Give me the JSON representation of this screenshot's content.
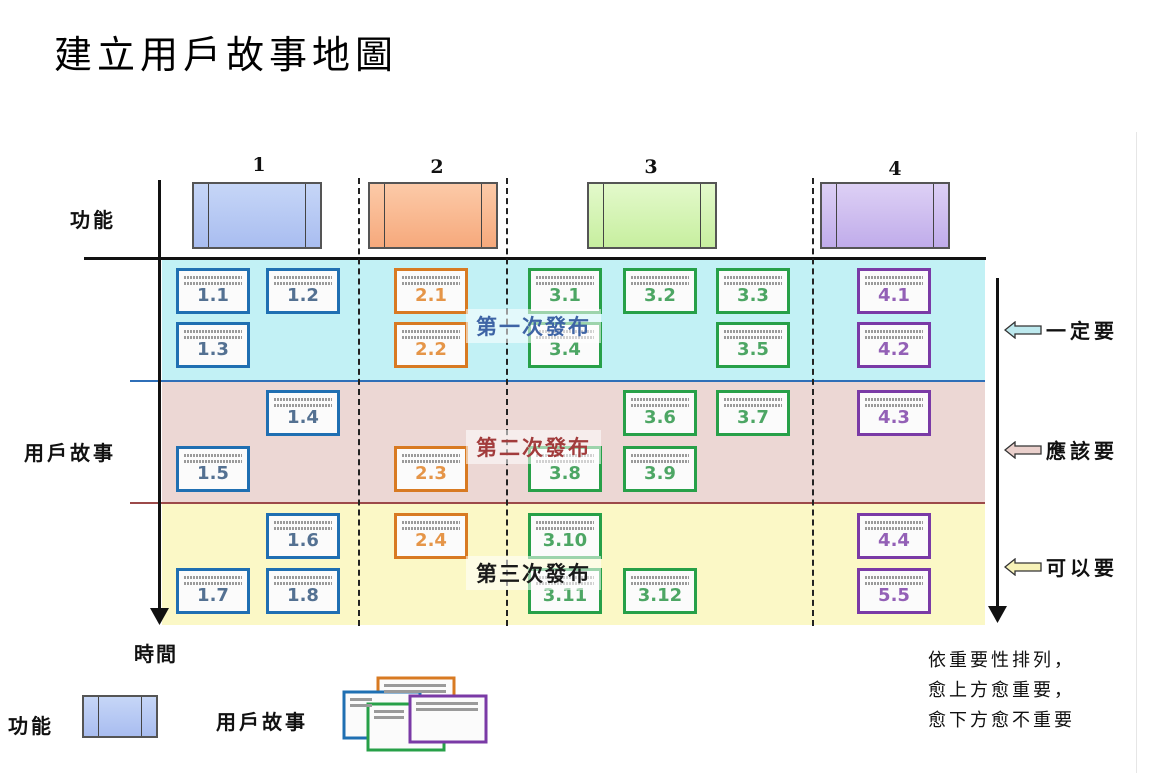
{
  "title": "建立用戶故事地圖",
  "columns": [
    "1",
    "2",
    "3",
    "4"
  ],
  "row_labels": {
    "feature": "功能",
    "story": "用戶故事",
    "time": "時間"
  },
  "colors": {
    "feature_1": "#b3c7f2",
    "feature_2": "#f8b992",
    "feature_3": "#d3f3b3",
    "feature_4": "#d0c0ef",
    "band_1": "#c2f1f5",
    "band_2": "#ecd7d4",
    "band_3": "#fbf8c6",
    "blue": "#1f6fb2",
    "orange": "#d87a22",
    "green": "#27a048",
    "purple": "#7a3aa6"
  },
  "releases": [
    "第一次發布",
    "第二次發布",
    "第三次發布"
  ],
  "cards": [
    {
      "label": "1.1",
      "color": "blue"
    },
    {
      "label": "1.2",
      "color": "blue"
    },
    {
      "label": "1.3",
      "color": "blue"
    },
    {
      "label": "1.4",
      "color": "blue"
    },
    {
      "label": "1.5",
      "color": "blue"
    },
    {
      "label": "1.6",
      "color": "blue"
    },
    {
      "label": "1.7",
      "color": "blue"
    },
    {
      "label": "1.8",
      "color": "blue"
    },
    {
      "label": "2.1",
      "color": "orange"
    },
    {
      "label": "2.2",
      "color": "orange"
    },
    {
      "label": "2.3",
      "color": "orange"
    },
    {
      "label": "2.4",
      "color": "orange"
    },
    {
      "label": "3.1",
      "color": "green"
    },
    {
      "label": "3.2",
      "color": "green"
    },
    {
      "label": "3.3",
      "color": "green"
    },
    {
      "label": "3.4",
      "color": "green"
    },
    {
      "label": "3.5",
      "color": "green"
    },
    {
      "label": "3.6",
      "color": "green"
    },
    {
      "label": "3.7",
      "color": "green"
    },
    {
      "label": "3.8",
      "color": "green"
    },
    {
      "label": "3.9",
      "color": "green"
    },
    {
      "label": "3.10",
      "color": "green"
    },
    {
      "label": "3.11",
      "color": "green"
    },
    {
      "label": "3.12",
      "color": "green"
    },
    {
      "label": "4.1",
      "color": "purple"
    },
    {
      "label": "4.2",
      "color": "purple"
    },
    {
      "label": "4.3",
      "color": "purple"
    },
    {
      "label": "4.4",
      "color": "purple"
    },
    {
      "label": "5.5",
      "color": "purple"
    }
  ],
  "priorities": [
    "一定要",
    "應該要",
    "可以要"
  ],
  "legend": {
    "feature": "功能",
    "story": "用戶故事"
  },
  "note": [
    "依重要性排列，",
    "愈上方愈重要，",
    "愈下方愈不重要"
  ]
}
